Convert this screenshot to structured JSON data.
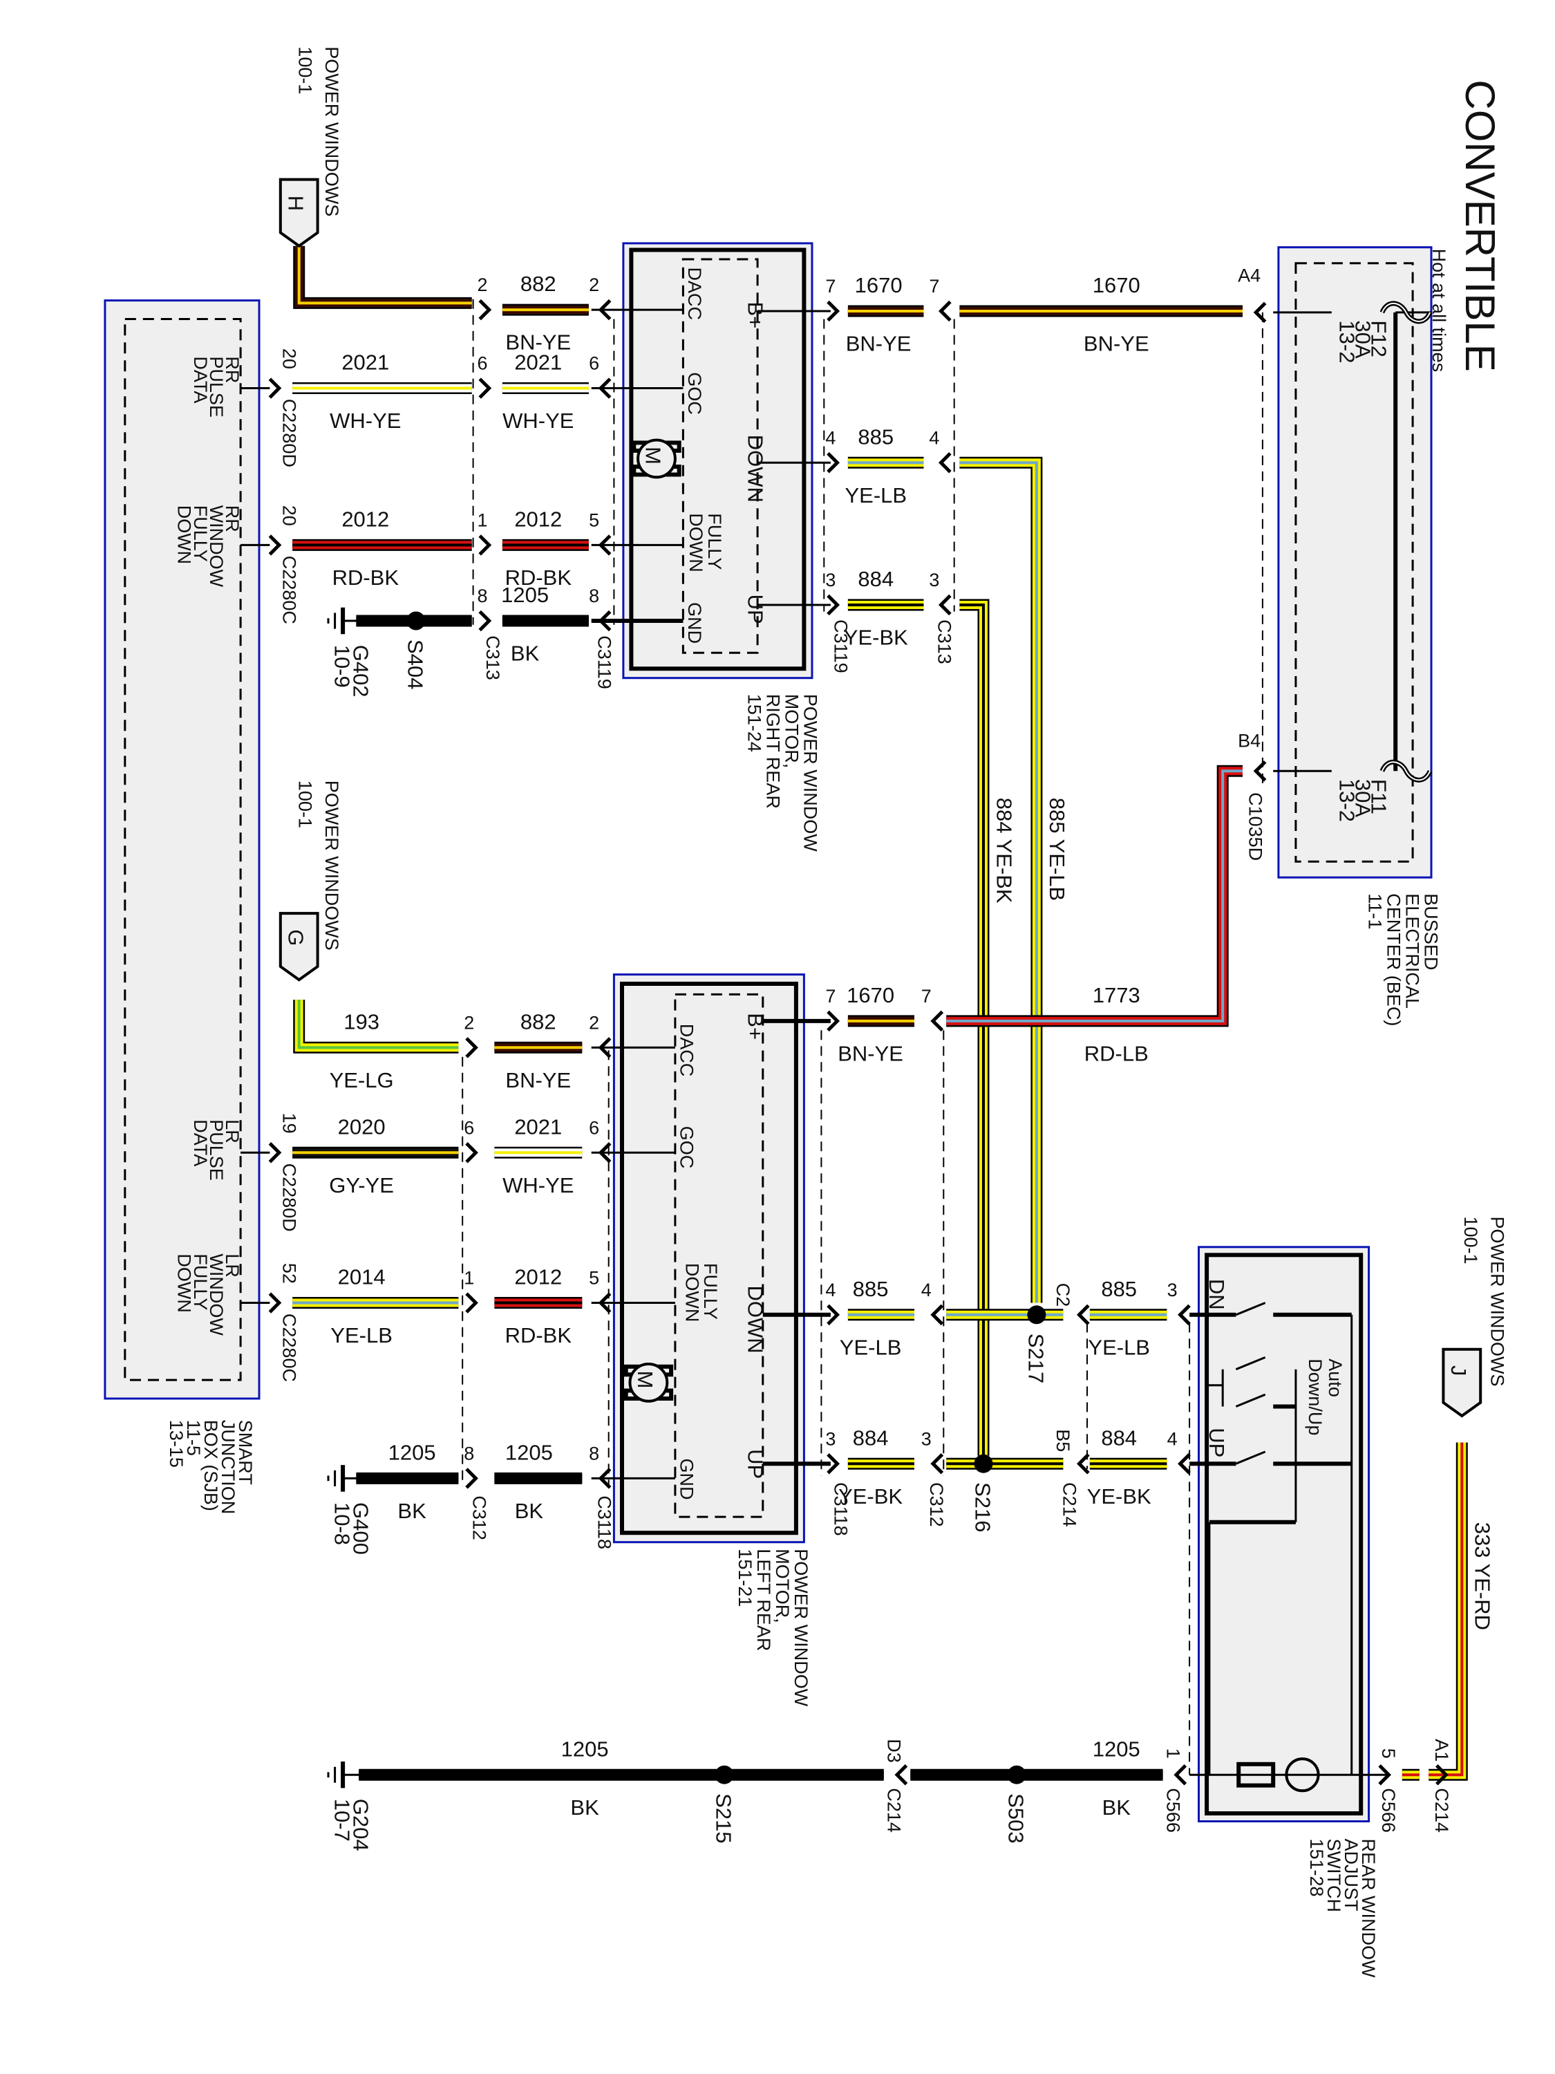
{
  "title": "CONVERTIBLE",
  "hot_label": "Hot at all times",
  "bec": {
    "name_lines": [
      "BUSSED",
      "ELECTRICAL",
      "CENTER (BEC)",
      "11-1"
    ],
    "fuses": [
      {
        "id": "F12",
        "rating": "30A",
        "ref": "13-2"
      },
      {
        "id": "F11",
        "rating": "30A",
        "ref": "13-2"
      }
    ],
    "pins": [
      {
        "pin": "A4",
        "connector": ""
      },
      {
        "pin": "B4",
        "connector": "C1035D"
      }
    ]
  },
  "sjb": {
    "name_lines": [
      "SMART",
      "JUNCTION",
      "BOX (SJB)",
      "11-5",
      "13-15"
    ],
    "signals": [
      {
        "label_lines": [
          "RR",
          "PULSE",
          "DATA"
        ],
        "pin": "20",
        "connector": "C2280D"
      },
      {
        "label_lines": [
          "RR",
          "WINDOW",
          "FULLY",
          "DOWN"
        ],
        "pin": "20",
        "connector": "C2280C"
      },
      {
        "label_lines": [
          "LR",
          "PULSE",
          "DATA"
        ],
        "pin": "19",
        "connector": "C2280D"
      },
      {
        "label_lines": [
          "LR",
          "WINDOW",
          "FULLY",
          "DOWN"
        ],
        "pin": "52",
        "connector": "C2280C"
      }
    ]
  },
  "offpage": [
    {
      "letter": "H",
      "title": "POWER WINDOWS",
      "ref": "100-1"
    },
    {
      "letter": "G",
      "title": "POWER WINDOWS",
      "ref": "100-1"
    },
    {
      "letter": "J",
      "title": "POWER WINDOWS",
      "ref": "100-1"
    }
  ],
  "rr_motor": {
    "name_lines": [
      "POWER WINDOW",
      "MOTOR,",
      "RIGHT REAR",
      "151-24"
    ],
    "terminals": [
      "B+",
      "DACC",
      "GOC",
      "DOWN",
      "FULLY DOWN",
      "UP",
      "GND"
    ],
    "connector": "C3119",
    "symbol": "M"
  },
  "lr_motor": {
    "name_lines": [
      "POWER WINDOW",
      "MOTOR,",
      "LEFT REAR",
      "151-21"
    ],
    "terminals": [
      "B+",
      "DACC",
      "GOC",
      "DOWN",
      "FULLY DOWN",
      "UP",
      "GND"
    ],
    "connector": "C3118",
    "symbol": "M"
  },
  "switch": {
    "name_lines": [
      "REAR WINDOW",
      "ADJUST",
      "SWITCH",
      "151-28"
    ],
    "labels": {
      "dn": "DN",
      "up": "UP",
      "auto": [
        "Auto",
        "Down/Up"
      ]
    },
    "pins": [
      {
        "pin": "3",
        "signal": "DN"
      },
      {
        "pin": "4",
        "signal": "UP"
      },
      {
        "pin": "1",
        "connector": "C566"
      },
      {
        "pin": "5",
        "connector": "C566"
      }
    ]
  },
  "wires": [
    {
      "id": "w-1670-bec",
      "circuit": "1670",
      "color_code": "BN-YE",
      "colors": [
        "#3a0a00",
        "#f5d000"
      ]
    },
    {
      "id": "w-1670-rr",
      "circuit": "1670",
      "color_code": "BN-YE",
      "colors": [
        "#3a0a00",
        "#f5d000"
      ]
    },
    {
      "id": "w-885-rr",
      "circuit": "885",
      "color_code": "YE-LB",
      "colors": [
        "#f5f000",
        "#6fa8c8"
      ]
    },
    {
      "id": "w-884-rr",
      "circuit": "884",
      "color_code": "YE-BK",
      "colors": [
        "#f5f000",
        "#000000"
      ]
    },
    {
      "id": "w-882-rr",
      "circuit": "882",
      "color_code": "BN-YE",
      "colors": [
        "#3a0a00",
        "#f5d000"
      ]
    },
    {
      "id": "w-2021-rr-a",
      "circuit": "2021",
      "color_code": "WH-YE",
      "colors": [
        "#ffffff",
        "#f5f000"
      ]
    },
    {
      "id": "w-2021-rr-b",
      "circuit": "2021",
      "color_code": "WH-YE",
      "colors": [
        "#ffffff",
        "#f5f000"
      ]
    },
    {
      "id": "w-2012-rr-a",
      "circuit": "2012",
      "color_code": "RD-BK",
      "colors": [
        "#d81010",
        "#000000"
      ]
    },
    {
      "id": "w-2012-rr-b",
      "circuit": "2012",
      "color_code": "RD-BK",
      "colors": [
        "#d81010",
        "#000000"
      ]
    },
    {
      "id": "w-1205-rr",
      "circuit": "1205",
      "color_code": "BK",
      "colors": [
        "#000000",
        "#000000"
      ]
    },
    {
      "id": "w-1773",
      "circuit": "1773",
      "color_code": "RD-LB",
      "colors": [
        "#d81010",
        "#6fa8c8"
      ]
    },
    {
      "id": "w-885-vert",
      "circuit": "885",
      "color_code": "YE-LB",
      "colors": [
        "#f5f000",
        "#6fa8c8"
      ]
    },
    {
      "id": "w-884-vert",
      "circuit": "884",
      "color_code": "YE-BK",
      "colors": [
        "#f5f000",
        "#000000"
      ]
    },
    {
      "id": "w-193",
      "circuit": "193",
      "color_code": "YE-LG",
      "colors": [
        "#f5f000",
        "#5ac83c"
      ]
    },
    {
      "id": "w-882-lr",
      "circuit": "882",
      "color_code": "BN-YE",
      "colors": [
        "#3a0a00",
        "#f5d000"
      ]
    },
    {
      "id": "w-2020",
      "circuit": "2020",
      "color_code": "GY-YE",
      "colors": [
        "#111111",
        "#f5d000"
      ]
    },
    {
      "id": "w-2021-lr",
      "circuit": "2021",
      "color_code": "WH-YE",
      "colors": [
        "#ffffff",
        "#f5f000"
      ]
    },
    {
      "id": "w-2014",
      "circuit": "2014",
      "color_code": "YE-LB",
      "colors": [
        "#f5f000",
        "#6fa8c8"
      ]
    },
    {
      "id": "w-2012-lr",
      "circuit": "2012",
      "color_code": "RD-BK",
      "colors": [
        "#d81010",
        "#000000"
      ]
    },
    {
      "id": "w-1205-lr-a",
      "circuit": "1205",
      "color_code": "BK",
      "colors": [
        "#000000",
        "#000000"
      ]
    },
    {
      "id": "w-1205-lr-b",
      "circuit": "1205",
      "color_code": "BK",
      "colors": [
        "#000000",
        "#000000"
      ]
    },
    {
      "id": "w-1670-lr",
      "circuit": "1670",
      "color_code": "BN-YE",
      "colors": [
        "#3a0a00",
        "#f5d000"
      ]
    },
    {
      "id": "w-885-lr",
      "circuit": "885",
      "color_code": "YE-LB",
      "colors": [
        "#f5f000",
        "#6fa8c8"
      ]
    },
    {
      "id": "w-884-lr",
      "circuit": "884",
      "color_code": "YE-BK",
      "colors": [
        "#f5f000",
        "#000000"
      ]
    },
    {
      "id": "w-885-sw",
      "circuit": "885",
      "color_code": "YE-LB",
      "colors": [
        "#f5f000",
        "#6fa8c8"
      ]
    },
    {
      "id": "w-884-sw",
      "circuit": "884",
      "color_code": "YE-BK",
      "colors": [
        "#f5f000",
        "#000000"
      ]
    },
    {
      "id": "w-333",
      "circuit": "333",
      "color_code": "YE-RD",
      "colors": [
        "#f5f000",
        "#d81010"
      ]
    },
    {
      "id": "w-1205-gnd-a",
      "circuit": "1205",
      "color_code": "BK",
      "colors": [
        "#000000",
        "#000000"
      ]
    },
    {
      "id": "w-1205-gnd-b",
      "circuit": "1205",
      "color_code": "BK",
      "colors": [
        "#000000",
        "#000000"
      ]
    }
  ],
  "connectors": {
    "c313": "C313",
    "c3119": "C3119",
    "c312": "C312",
    "c3118": "C3118",
    "c214": "C214",
    "c566": "C566",
    "c1035d": "C1035D"
  },
  "pins": {
    "rr_c3119": [
      "7",
      "4",
      "3",
      "2",
      "6",
      "5",
      "8"
    ],
    "rr_c313": [
      "7",
      "4",
      "3",
      "2",
      "6",
      "1",
      "8"
    ],
    "lr_c3118": [
      "7",
      "4",
      "3",
      "2",
      "6",
      "5",
      "8"
    ],
    "lr_c312": [
      "7",
      "4",
      "3",
      "2",
      "6",
      "1",
      "8"
    ],
    "c214": [
      "C2",
      "B5",
      "D3",
      "A1"
    ],
    "c566": [
      "3",
      "4",
      "1",
      "5"
    ]
  },
  "splices": [
    "S404",
    "S217",
    "S216",
    "S215",
    "S503"
  ],
  "grounds": [
    {
      "id": "G402",
      "ref": "10-9"
    },
    {
      "id": "G400",
      "ref": "10-8"
    },
    {
      "id": "G204",
      "ref": "10-7"
    }
  ]
}
